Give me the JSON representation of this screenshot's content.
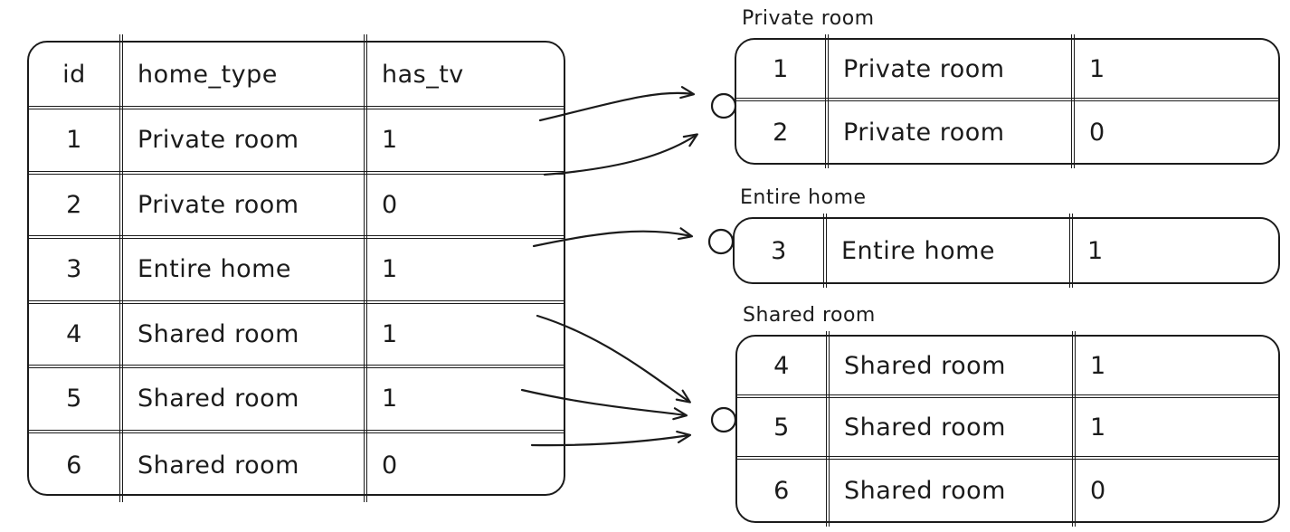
{
  "canvas": {
    "ink_color": "#1b1b1b",
    "background_color": "#ffffff"
  },
  "source_table": {
    "headers": [
      "id",
      "home_type",
      "has_tv"
    ],
    "rows": [
      [
        "1",
        "Private room",
        "1"
      ],
      [
        "2",
        "Private room",
        "0"
      ],
      [
        "3",
        "Entire home",
        "1"
      ],
      [
        "4",
        "Shared room",
        "1"
      ],
      [
        "5",
        "Shared room",
        "1"
      ],
      [
        "6",
        "Shared room",
        "0"
      ]
    ]
  },
  "groups": [
    {
      "label": "Private room",
      "rows": [
        [
          "1",
          "Private room",
          "1"
        ],
        [
          "2",
          "Private room",
          "0"
        ]
      ]
    },
    {
      "label": "Entire home",
      "rows": [
        [
          "3",
          "Entire home",
          "1"
        ]
      ]
    },
    {
      "label": "Shared room",
      "rows": [
        [
          "4",
          "Shared room",
          "1"
        ],
        [
          "5",
          "Shared room",
          "1"
        ],
        [
          "6",
          "Shared room",
          "0"
        ]
      ]
    }
  ]
}
